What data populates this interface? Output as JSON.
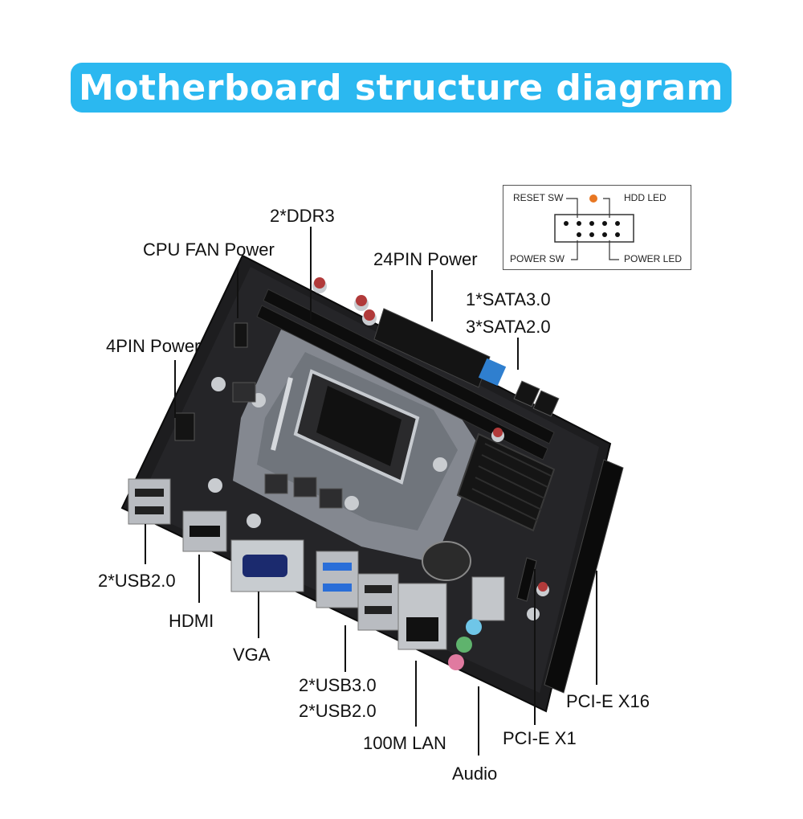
{
  "title": "Motherboard structure diagram",
  "labels": {
    "ddr3": "2*DDR3",
    "cpu_fan": "CPU FAN Power",
    "pin24": "24PIN Power",
    "sata3": "1*SATA3.0",
    "sata2": "3*SATA2.0",
    "pin4": "4PIN Power",
    "usb20_left": "2*USB2.0",
    "hdmi": "HDMI",
    "vga": "VGA",
    "usb30": "2*USB3.0",
    "usb20_mid": "2*USB2.0",
    "lan": "100M LAN",
    "audio": "Audio",
    "pcie1": "PCI-E X1",
    "pcie16": "PCI-E X16"
  },
  "front_panel": {
    "reset_sw": "RESET SW",
    "hdd_led": "HDD LED",
    "power_sw": "POWER SW",
    "power_led": "POWER LED"
  },
  "colors": {
    "banner": "#2bb8f0",
    "board": "#1d1d1f",
    "heatsink": "#8f949b",
    "sata": "#2f7fcf",
    "usb3": "#2a6ed8",
    "audio_blue": "#6fc6e8",
    "audio_green": "#5fb36d",
    "audio_pink": "#e07aa0",
    "led_dot": "#e87722"
  }
}
